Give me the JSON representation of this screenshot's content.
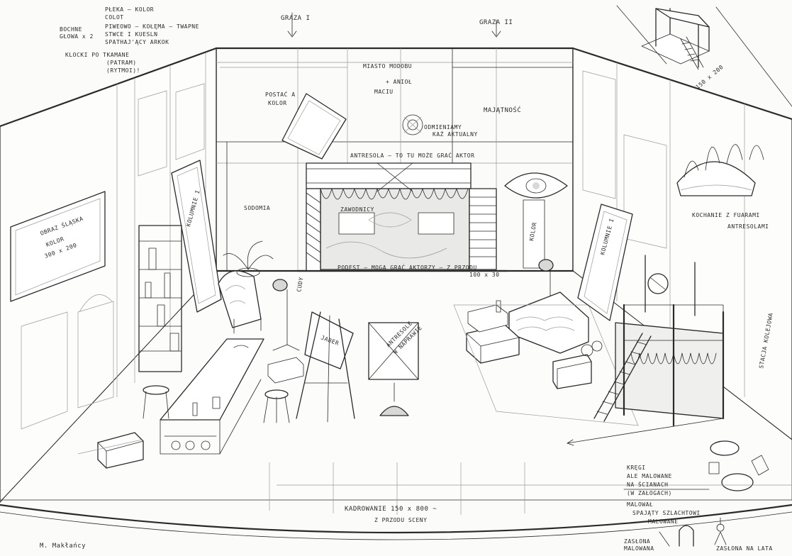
{
  "notes": {
    "top_left": [
      "PŁEKA – KOLOR",
      "COLOT",
      "PIWEOWO – KOŁĘMA – TWAPNE",
      "STWCE I KUESLN",
      "SPATHAJ'ĄCY ARKOK",
      "KLOCKI PO TKAMANE",
      "(PATRAM)",
      "(RYTMOI)!"
    ],
    "top_left_side": [
      "BOCHNE",
      "GŁOWA x 2"
    ],
    "groza_left": "GRAZA I",
    "groza_right": "GRAZA II",
    "back_center": [
      "MIASTO MODOBU",
      "+ ANIOŁ",
      "MACIU"
    ],
    "postac_kolor": [
      "POSTAĆ A",
      "KOLOR"
    ],
    "majatnosc": "MAJĄTNOŚĆ",
    "odmieniamy": [
      "ODMIENIAMY",
      "KAŻ AKTUALNY"
    ],
    "antresola_note": "ANTRESOLA – TO TU MOŻE GRAĆ AKTOR",
    "sodomia": "SODOMIA",
    "zawodnicy": "ZAWODNICY",
    "kolumnie_left": "KOLUMNIE I",
    "kolumnie_right": "KOLUMNIE I",
    "obraz_kolor": [
      "OBRAZ ŚLĄSKA",
      "KOLOR",
      "300 x 200"
    ],
    "podest": "PODEST – MOGĄ GRAĆ AKTORZY – Z PRZODU",
    "podest_dim": "100 x 30",
    "kolor": "KOLOR",
    "cudy": "CUDY",
    "jaber": "JABER",
    "antresola_mid": [
      "ANTRESOLE",
      "W NAPRAWIE"
    ],
    "kochanie": [
      "KOCHANIE Z FUARAMI",
      "ANTRESOLAMI"
    ],
    "stacja": "STACJA KOLEJOWA",
    "bottom_right": [
      "KRĘGI",
      "ALE MALOWANE",
      "NA ŚCIANACH",
      "(W ZAŁOGACH)",
      "MALOWAŁ",
      "SPAJĄTY SZLACHTOWI",
      "MALOWANE"
    ],
    "zaslona": [
      "ZASŁONA",
      "MALOWANA"
    ],
    "zaslona_right": "ZASŁONA NA LATA",
    "kadrowanie": "KADROWANIE 150 x 800 ~",
    "kadrowanie_sub": "Z PRZODU SCENY",
    "dim_top_right": "150 x 200",
    "signature": "M. Makłańcy"
  }
}
